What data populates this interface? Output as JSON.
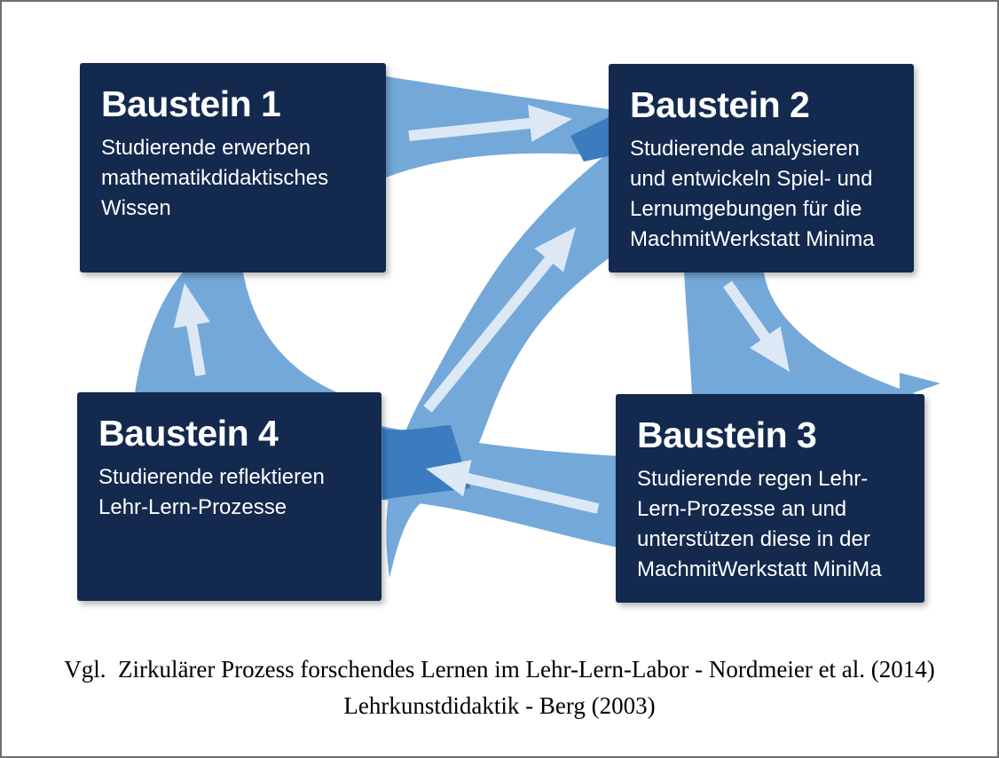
{
  "colors": {
    "navy": "#13294E",
    "band": "#74A8D9",
    "band_overlap": "#3B7CBE",
    "arrow": "#DCE9F5",
    "box_text": "#FFFFFF",
    "caption_text": "#000000",
    "frame_border": "#6E6E6E"
  },
  "boxes": [
    {
      "title": "Baustein 1",
      "body": "Studierende erwerben\nmathematikdidaktisches\nWissen"
    },
    {
      "title": "Baustein 2",
      "body": "Studierende analysieren\nund entwickeln Spiel- und\nLernumgebungen für die\nMachmitWerkstatt Minima"
    },
    {
      "title": "Baustein 3",
      "body": "Studierende regen Lehr-\nLern-Prozesse an und\nunterstützen diese in der\nMachmitWerkstatt MiniMa"
    },
    {
      "title": "Baustein 4",
      "body": "Studierende reflektieren\nLehr-Lern-Prozesse"
    }
  ],
  "diagram": {
    "type": "cyclic-process",
    "arrows": [
      {
        "from": "Baustein 1",
        "to": "Baustein 2"
      },
      {
        "from": "Baustein 2",
        "to": "Baustein 3"
      },
      {
        "from": "Baustein 3",
        "to": "Baustein 4"
      },
      {
        "from": "Baustein 4",
        "to": "Baustein 1"
      },
      {
        "from": "Baustein 4",
        "to": "Baustein 2",
        "note": "diagonal crossing band"
      }
    ]
  },
  "caption": {
    "line1": "Vgl.  Zirkulärer Prozess forschendes Lernen im Lehr-Lern-Labor - Nordmeier et al. (2014)",
    "line2": "Lehrkunstdidaktik - Berg (2003)"
  }
}
